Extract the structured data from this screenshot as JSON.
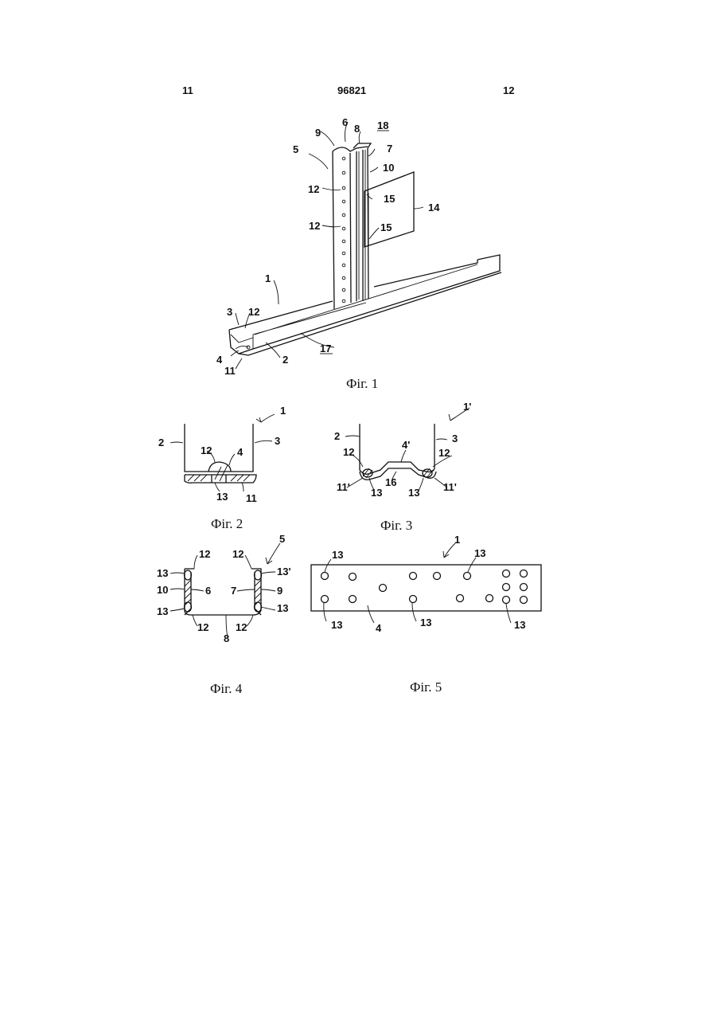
{
  "header": {
    "page_left": "11",
    "patent_number": "96821",
    "page_right": "12"
  },
  "captions": {
    "fig1": "Фіг. 1",
    "fig2": "Фіг. 2",
    "fig3": "Фіг. 3",
    "fig4": "Фіг. 4",
    "fig5": "Фіг. 5"
  },
  "fig1_labels": [
    "9",
    "6",
    "8",
    "18",
    "5",
    "7",
    "10",
    "12",
    "15",
    "14",
    "12",
    "15",
    "1",
    "3",
    "12",
    "17",
    "4",
    "2",
    "11"
  ],
  "fig2_labels": [
    "1",
    "2",
    "3",
    "12",
    "4",
    "13",
    "11"
  ],
  "fig3_labels": [
    "1'",
    "2",
    "3",
    "4'",
    "12",
    "12",
    "16",
    "11'",
    "13",
    "13",
    "11'"
  ],
  "fig4_labels": [
    "5",
    "12",
    "12",
    "13",
    "13'",
    "10",
    "6",
    "7",
    "9",
    "13",
    "13",
    "12",
    "12",
    "8"
  ],
  "fig5_labels": [
    "1",
    "13",
    "13",
    "13",
    "4",
    "13",
    "13"
  ]
}
